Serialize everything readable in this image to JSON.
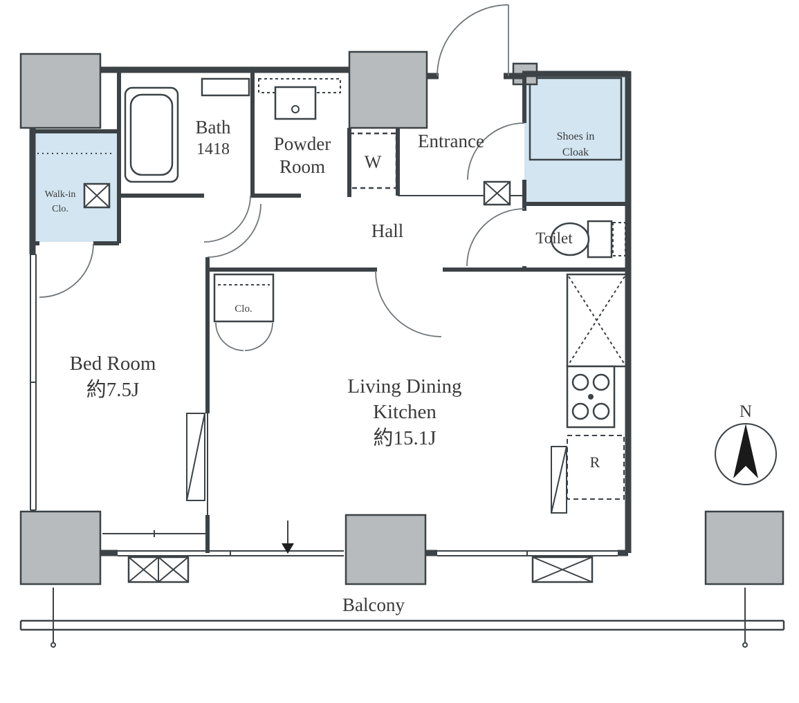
{
  "plan": {
    "type": "apartment-floor-plan",
    "rooms": {
      "bath": {
        "name": "Bath",
        "size": "1418"
      },
      "powder_room": {
        "name_line1": "Powder",
        "name_line2": "Room"
      },
      "washing_machine": {
        "symbol": "W"
      },
      "entrance": {
        "name": "Entrance"
      },
      "shoes_in_cloak": {
        "name_line1": "Shoes in",
        "name_line2": "Cloak"
      },
      "walk_in_closet": {
        "name_line1": "Walk-in",
        "name_line2": "Clo."
      },
      "hall": {
        "name": "Hall"
      },
      "toilet": {
        "name": "Toilet"
      },
      "closet": {
        "name": "Clo."
      },
      "bedroom": {
        "name": "Bed Room",
        "size": "約7.5J"
      },
      "living_dining_kitchen": {
        "name_line1": "Living Dining",
        "name_line2": "Kitchen",
        "size": "約15.1J"
      },
      "refrigerator": {
        "symbol": "R"
      },
      "balcony": {
        "name": "Balcony"
      }
    },
    "compass": {
      "north": "N"
    },
    "colors": {
      "wall": "#3c4246",
      "pillar_fill": "#b7bbbd",
      "storage_fill": "#d2e5f0",
      "storage_fill_dark": "#c2dcec",
      "text": "#3a3a3a"
    }
  }
}
